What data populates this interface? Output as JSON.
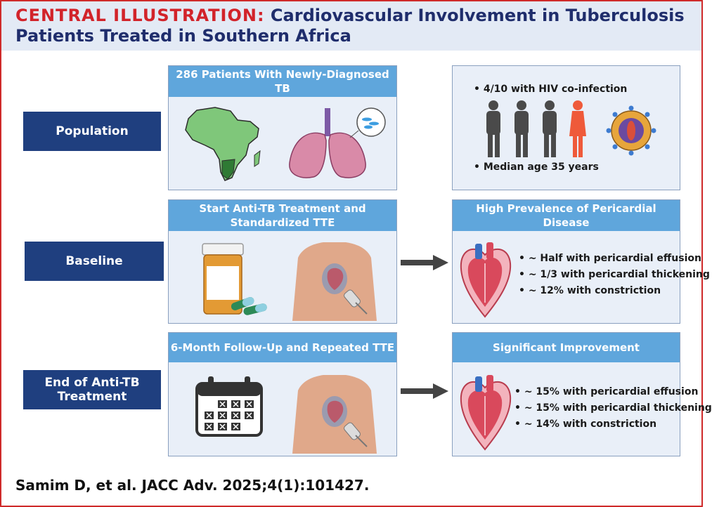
{
  "header": {
    "title_prefix": "CENTRAL ILLUSTRATION:",
    "title_line1": "Cardiovascular Involvement in Tuberculosis",
    "title_line2": "Patients Treated in Southern Africa"
  },
  "rows": {
    "population": {
      "label": "Population",
      "left_title": "286 Patients With Newly-Diagnosed TB",
      "right_bullets": [
        "4/10 with HIV co-infection",
        "Median age 35 years"
      ]
    },
    "baseline": {
      "label": "Baseline",
      "left_title_line1": "Start Anti-TB Treatment and",
      "left_title_line2": "Standardized TTE",
      "right_title": "High Prevalence of Pericardial Disease",
      "right_bullets": [
        "~ Half with pericardial effusion",
        "~ 1/3 with pericardial thickening",
        "~ 12% with constriction"
      ]
    },
    "end": {
      "label_line1": "End of Anti-TB",
      "label_line2": "Treatment",
      "left_title": "6-Month Follow-Up and Repeated TTE",
      "right_title": "Significant Improvement",
      "right_bullets": [
        "~ 15% with pericardial effusion",
        "~ 15% with pericardial thickening",
        "~ 14% with constriction"
      ]
    }
  },
  "citation": "Samim D, et al. JACC Adv. 2025;4(1):101427.",
  "colors": {
    "title_red": "#d2232a",
    "title_navy": "#1f2d6c",
    "label_navy": "#1f3f7f",
    "panel_blue": "#5fa6dc",
    "panel_bg": "#e9eff8"
  }
}
